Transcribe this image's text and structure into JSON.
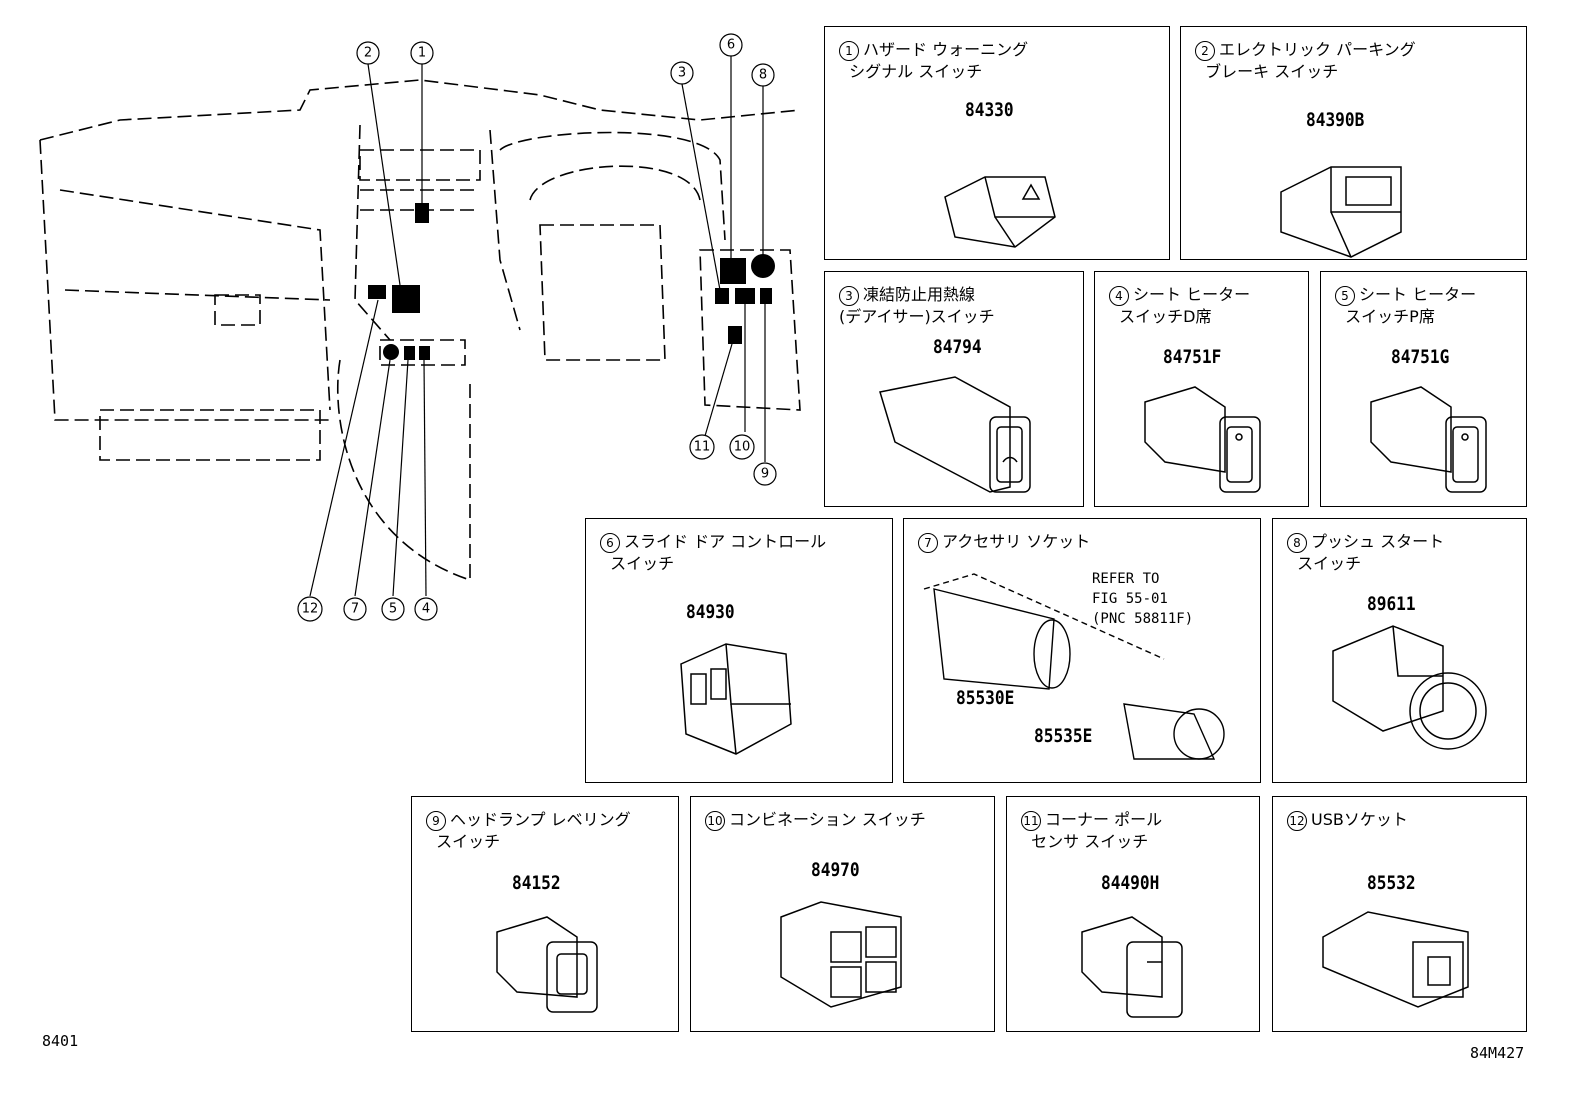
{
  "main_diagram": {
    "callouts": [
      "1",
      "2",
      "3",
      "4",
      "5",
      "6",
      "7",
      "8",
      "9",
      "10",
      "11",
      "12"
    ]
  },
  "parts": [
    {
      "index": "1",
      "name": "ハザード ウォーニング\n  シグナル スイッチ",
      "pn": "84330"
    },
    {
      "index": "2",
      "name": "エレクトリック パーキング\n  ブレーキ スイッチ",
      "pn": "84390B"
    },
    {
      "index": "3",
      "name": "凍結防止用熱線\n(デアイサー)スイッチ",
      "pn": "84794"
    },
    {
      "index": "4",
      "name": "シート ヒーター\n  スイッチD席",
      "pn": "84751F"
    },
    {
      "index": "5",
      "name": "シート ヒーター\n  スイッチP席",
      "pn": "84751G"
    },
    {
      "index": "6",
      "name": "スライド ドア コントロール\n  スイッチ",
      "pn": "84930"
    },
    {
      "index": "7",
      "name": "アクセサリ ソケット",
      "pn": "85530E",
      "pn2": "85535E",
      "refer": "REFER TO\nFIG 55-01\n(PNC 58811F)"
    },
    {
      "index": "8",
      "name": "プッシュ スタート\n  スイッチ",
      "pn": "89611"
    },
    {
      "index": "9",
      "name": "ヘッドランプ レベリング\n  スイッチ",
      "pn": "84152"
    },
    {
      "index": "10",
      "name": "コンビネーション スイッチ",
      "pn": "84970"
    },
    {
      "index": "11",
      "name": "コーナー ポール\n  センサ スイッチ",
      "pn": "84490H"
    },
    {
      "index": "12",
      "name": "USBソケット",
      "pn": "85532"
    }
  ],
  "footer": {
    "left_code": "8401",
    "right_code": "84M427"
  }
}
